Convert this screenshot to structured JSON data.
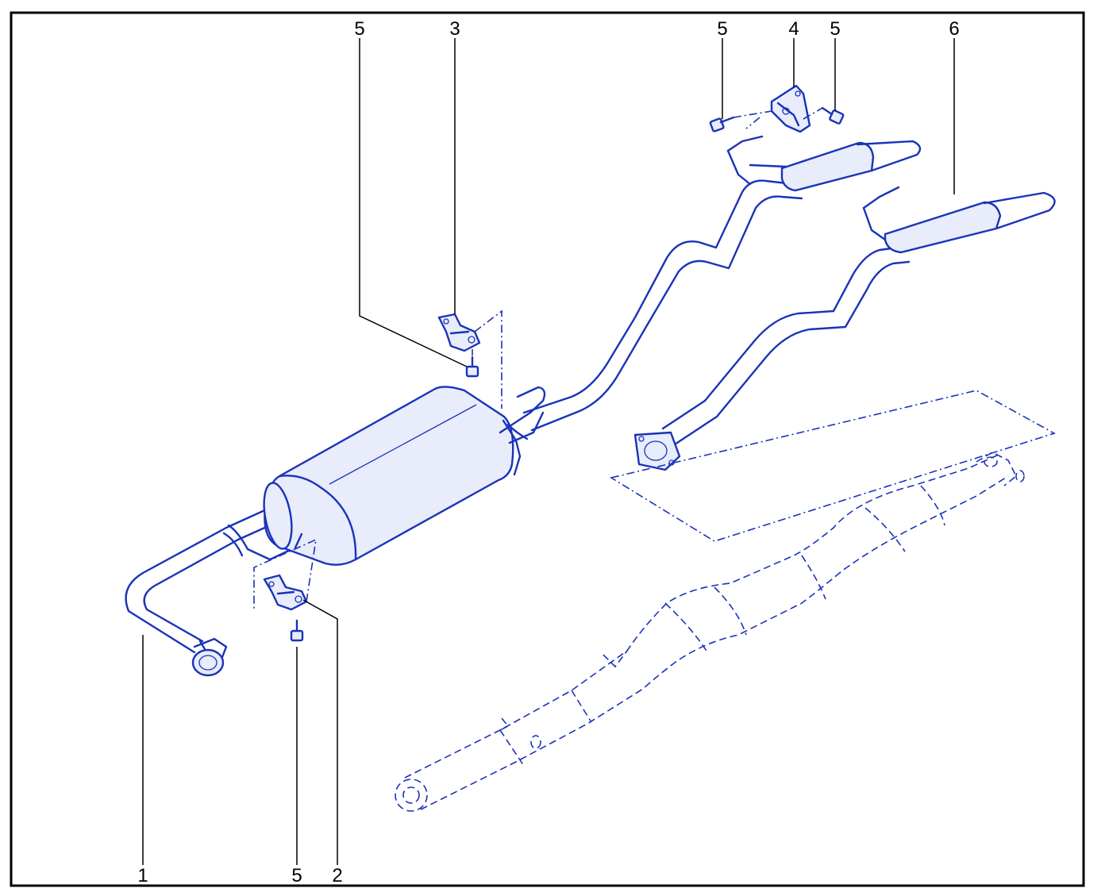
{
  "callouts": [
    {
      "id": "c5a",
      "text": "5"
    },
    {
      "id": "c3",
      "text": "3"
    },
    {
      "id": "c5b",
      "text": "5"
    },
    {
      "id": "c4",
      "text": "4"
    },
    {
      "id": "c5c",
      "text": "5"
    },
    {
      "id": "c6",
      "text": "6"
    },
    {
      "id": "c1",
      "text": "1"
    },
    {
      "id": "c5d",
      "text": "5"
    },
    {
      "id": "c2",
      "text": "2"
    }
  ],
  "colors": {
    "line": "#1a33b8",
    "frame": "#000000",
    "fill": "#e8ecfb"
  }
}
